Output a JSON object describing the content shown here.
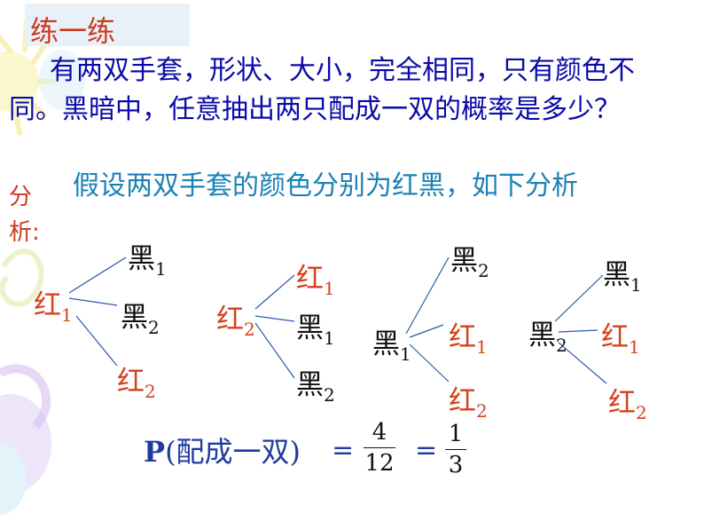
{
  "title": "练一练",
  "problem": "有两双手套，形状、大小，完全相同，只有颜色不同。黑暗中，任意抽出两只配成一双的概率是多少？",
  "assumption": "假设两双手套的颜色分别为红黑，如下分析",
  "analysis_label": "分析:",
  "colors": {
    "title": "#cc3a1e",
    "problem": "#0a0aa8",
    "assumption": "#1b82b6",
    "red_node": "#d6401c",
    "black_node": "#111111",
    "formula": "#1f3aa0"
  },
  "trees": [
    {
      "root": {
        "char": "红",
        "sub": "1"
      },
      "branches": [
        {
          "char": "黑",
          "sub": "1"
        },
        {
          "char": "黑",
          "sub": "2"
        },
        {
          "char": "红",
          "sub": "2"
        }
      ]
    },
    {
      "root": {
        "char": "红",
        "sub": "2"
      },
      "branches": [
        {
          "char": "红",
          "sub": "1"
        },
        {
          "char": "黑",
          "sub": "1"
        },
        {
          "char": "黑",
          "sub": "2"
        }
      ]
    },
    {
      "root": {
        "char": "黑",
        "sub": "1"
      },
      "branches": [
        {
          "char": "黑",
          "sub": "2"
        },
        {
          "char": "红",
          "sub": "1"
        },
        {
          "char": "红",
          "sub": "2"
        }
      ]
    },
    {
      "root": {
        "char": "黑",
        "sub": "2"
      },
      "branches": [
        {
          "char": "黑",
          "sub": "1"
        },
        {
          "char": "红",
          "sub": "1"
        },
        {
          "char": "红",
          "sub": "2"
        }
      ]
    }
  ],
  "formula": {
    "prefix": "P",
    "event": "(配成一双)",
    "eq": "=",
    "fraction1": {
      "num": "4",
      "den": "12"
    },
    "fraction2": {
      "num": "1",
      "den": "3"
    }
  }
}
